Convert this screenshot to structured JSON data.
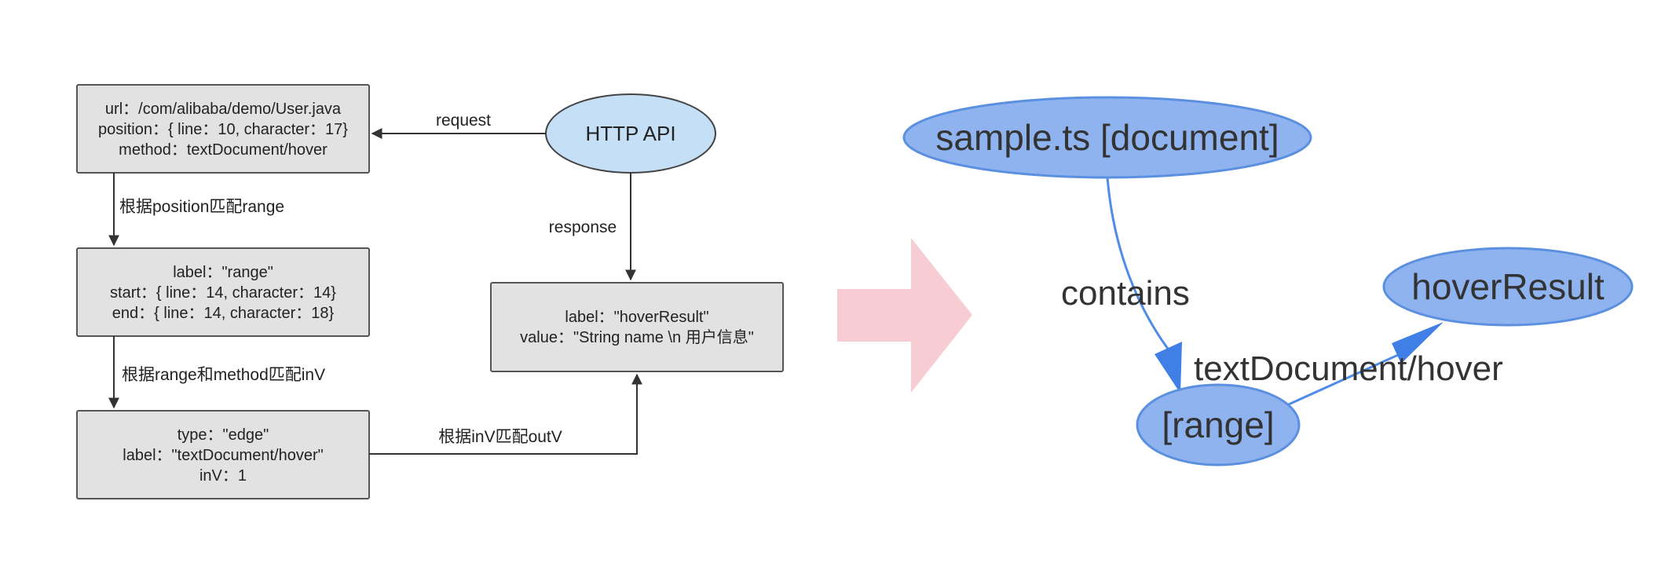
{
  "flowchart": {
    "request_box": {
      "line1": "url：/com/alibaba/demo/User.java",
      "line2": "position：{ line：10, character：17}",
      "line3": "method：textDocument/hover"
    },
    "range_box": {
      "line1": "label：\"range\"",
      "line2": "start：{ line：14, character：14}",
      "line3": "end：{ line：14, character：18}"
    },
    "edge_box": {
      "line1": "type：\"edge\"",
      "line2": "label：\"textDocument/hover\"",
      "line3": "inV：1"
    },
    "result_box": {
      "line1": "label：\"hoverResult\"",
      "line2": "value：\"String name \\n 用户信息\""
    },
    "http_api": "HTTP API",
    "labels": {
      "request": "request",
      "response": "response",
      "match_range": "根据position匹配range",
      "match_inv": "根据range和method匹配inV",
      "match_outv": "根据inV匹配outV"
    }
  },
  "graph": {
    "nodes": {
      "document": "sample.ts [document]",
      "range": "[range]",
      "hover_result": "hoverResult"
    },
    "edges": {
      "contains": "contains",
      "hover": "textDocument/hover"
    }
  },
  "colors": {
    "box_fill": "#e2e2e2",
    "box_stroke": "#555555",
    "http_api_fill": "#c5dff7",
    "graph_node_fill": "#8fb3ef",
    "graph_node_stroke": "#5b90e0",
    "graph_edge": "#4f8be8",
    "big_arrow": "#f7cdd3"
  },
  "big_arrow_icon": "right-arrow-icon"
}
